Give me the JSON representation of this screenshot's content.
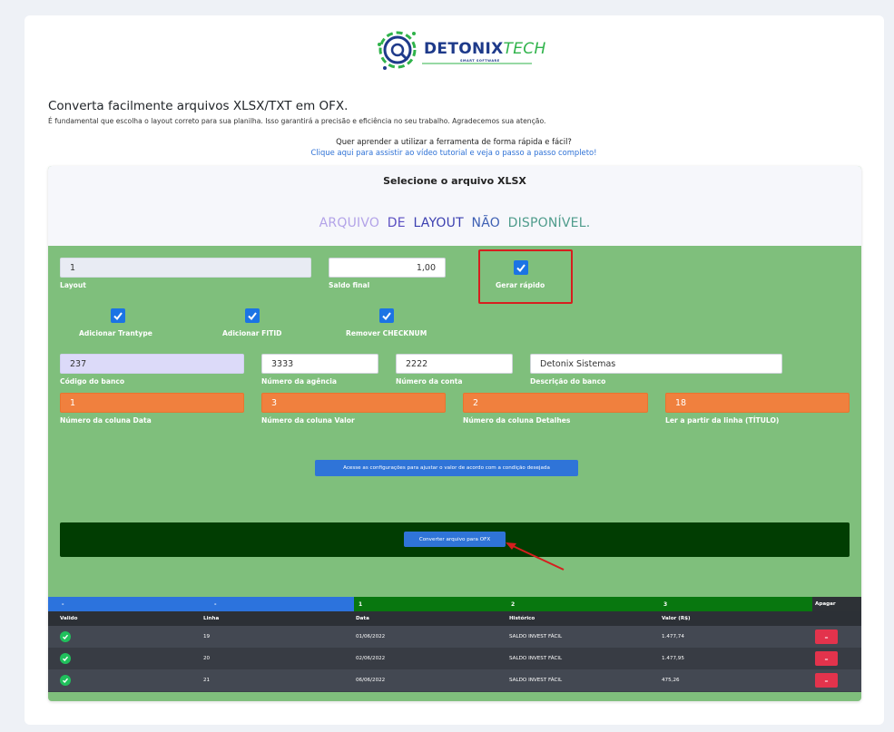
{
  "brand": {
    "logo_text_a": "DETONIX",
    "logo_text_b": "TECH",
    "logo_sub": "SMART SOFTWARE",
    "primary": "#1e3a8a",
    "accent": "#2fb34a"
  },
  "intro": {
    "headline": "Converta facilmente arquivos XLSX/TXT em OFX.",
    "subline": "É fundamental que escolha o layout correto para sua planilha. Isso garantirá a precisão e eficiência no seu trabalho. Agradecemos sua atenção.",
    "question": "Quer aprender a utilizar a ferramenta de forma rápida e fácil?",
    "tutorial_link": "Clique aqui para assistir ao vídeo tutorial e veja o passo a passo completo!"
  },
  "panel": {
    "title": "Selecione o arquivo XLSX",
    "notice_words": [
      "ARQUIVO",
      "DE",
      "LAYOUT",
      "NÃO",
      "DISPONÍVEL."
    ],
    "notice_colors": [
      "#b3a3e8",
      "#5b4fc2",
      "#3b3fb0",
      "#3d5fb3",
      "#4f9c8c"
    ]
  },
  "form": {
    "layout_value": "1",
    "layout_label": "Layout",
    "saldo_value": "1,00",
    "saldo_label": "Saldo final",
    "gerar_label": "Gerar rápido",
    "gerar_checked": true,
    "trantype_label": "Adicionar Trantype",
    "fitid_label": "Adicionar FITID",
    "checknum_label": "Remover CHECKNUM",
    "banco_value": "237",
    "banco_label": "Código do banco",
    "agencia_value": "3333",
    "agencia_label": "Número da agência",
    "conta_value": "2222",
    "conta_label": "Número da conta",
    "descricao_value": "Detonix Sistemas",
    "descricao_label": "Descrição do banco",
    "col_data_value": "1",
    "col_data_label": "Número da coluna Data",
    "col_valor_value": "3",
    "col_valor_label": "Número da coluna Valor",
    "col_detalhes_value": "2",
    "col_detalhes_label": "Número da coluna Detalhes",
    "linha_value": "18",
    "linha_label": "Ler a partir da linha (TÍTULO)",
    "config_button": "Acesse as configurações para ajustar o valor de acordo com a condição desejada",
    "convert_button": "Converter arquivo para OFX"
  },
  "table": {
    "top_headers": [
      "-",
      "-",
      "1",
      "2",
      "3",
      "Apagar"
    ],
    "sub_headers": [
      "Valido",
      "Linha",
      "Data",
      "Histórico",
      "Valor (R$)"
    ],
    "rows": [
      {
        "linha": "19",
        "data": "01/06/2022",
        "historico": "SALDO INVEST FÁCIL",
        "valor": "1.477,74",
        "delete": "–"
      },
      {
        "linha": "20",
        "data": "02/06/2022",
        "historico": "SALDO INVEST FÁCIL",
        "valor": "1.477,95",
        "delete": "–"
      },
      {
        "linha": "21",
        "data": "06/06/2022",
        "historico": "SALDO INVEST FÁCIL",
        "valor": "475,26",
        "delete": "–"
      }
    ]
  }
}
